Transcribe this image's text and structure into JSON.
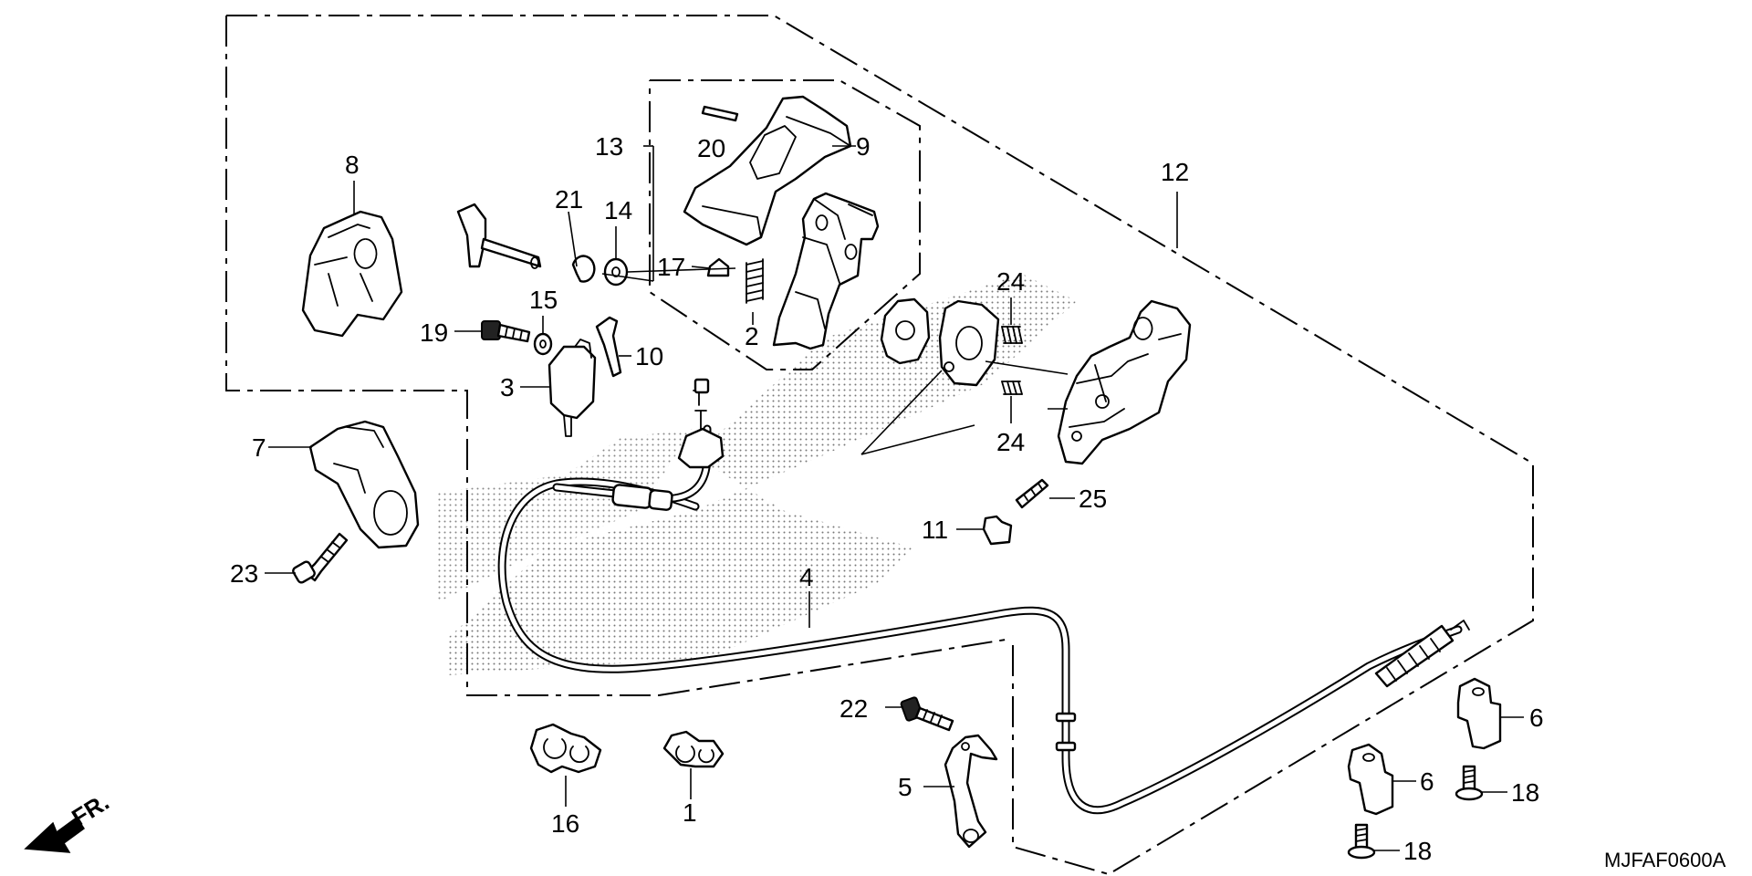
{
  "diagram": {
    "drawing_code": "MJFAF0600A",
    "front_marker": "FR.",
    "callouts": [
      {
        "id": "c1",
        "text": "1"
      },
      {
        "id": "c2",
        "text": "2"
      },
      {
        "id": "c3",
        "text": "3"
      },
      {
        "id": "c4",
        "text": "4"
      },
      {
        "id": "c5",
        "text": "5"
      },
      {
        "id": "c6a",
        "text": "6"
      },
      {
        "id": "c6b",
        "text": "6"
      },
      {
        "id": "c7",
        "text": "7"
      },
      {
        "id": "c8",
        "text": "8"
      },
      {
        "id": "c9",
        "text": "9"
      },
      {
        "id": "c10",
        "text": "10"
      },
      {
        "id": "c11",
        "text": "11"
      },
      {
        "id": "c12",
        "text": "12"
      },
      {
        "id": "c13",
        "text": "13"
      },
      {
        "id": "c14",
        "text": "14"
      },
      {
        "id": "c15",
        "text": "15"
      },
      {
        "id": "c16",
        "text": "16"
      },
      {
        "id": "c17",
        "text": "17"
      },
      {
        "id": "c18a",
        "text": "18"
      },
      {
        "id": "c18b",
        "text": "18"
      },
      {
        "id": "c19",
        "text": "19"
      },
      {
        "id": "c20",
        "text": "20"
      },
      {
        "id": "c21",
        "text": "21"
      },
      {
        "id": "c22",
        "text": "22"
      },
      {
        "id": "c23",
        "text": "23"
      },
      {
        "id": "c24a",
        "text": "24"
      },
      {
        "id": "c24b",
        "text": "24"
      },
      {
        "id": "c25",
        "text": "25"
      }
    ]
  }
}
